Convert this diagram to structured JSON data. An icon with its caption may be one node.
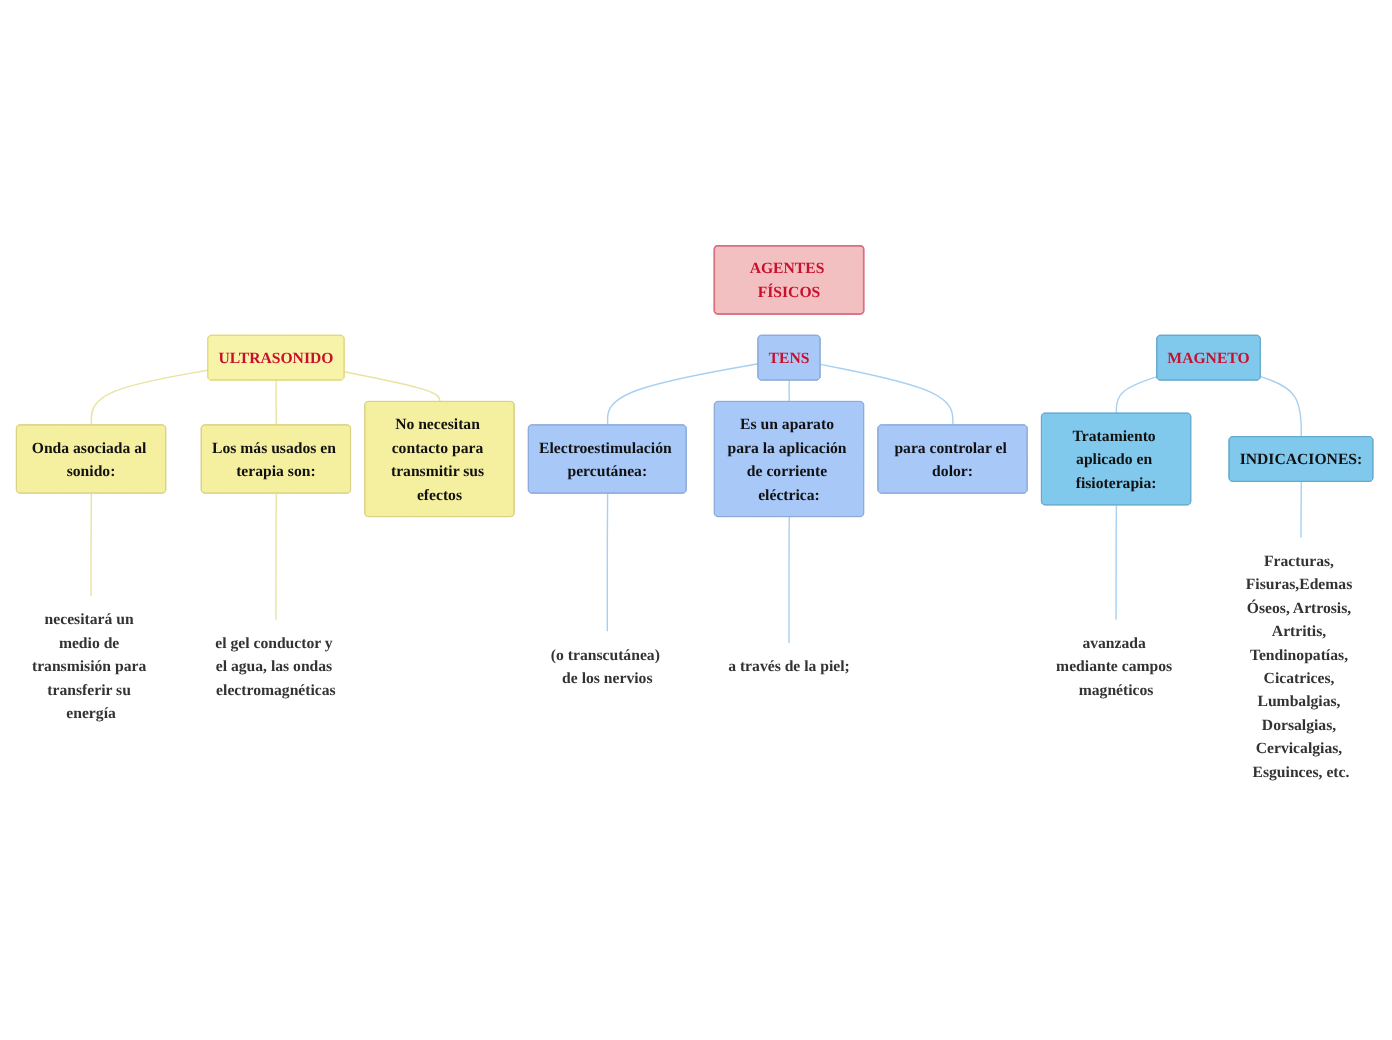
{
  "diagram": {
    "nodes": [
      {
        "text": [
          "AGENTES FÍSICOS"
        ]
      },
      {
        "text": [
          "ULTRASONIDO"
        ]
      },
      {
        "text": [
          "Onda asociada al sonido:"
        ]
      },
      {
        "text": [
          "necesitará un medio de transmisión para transferir su energía"
        ]
      },
      {
        "text": [
          "Los más usados en terapia son:"
        ]
      },
      {
        "text": [
          "el gel conductor y el agua, las ondas electromagnéticas"
        ]
      },
      {
        "text": [
          "No necesitan contacto para transmitir sus efectos"
        ]
      },
      {
        "text": [
          "TENS"
        ]
      },
      {
        "text": [
          "Electroestimulación percutánea:"
        ]
      },
      {
        "text": [
          "(o transcutánea) de los nervios"
        ]
      },
      {
        "text": [
          "Es un aparato para la aplicación de corriente eléctrica:"
        ]
      },
      {
        "text": [
          "a través de la piel;"
        ]
      },
      {
        "text": [
          "para controlar el dolor:"
        ]
      },
      {
        "text": [
          "MAGNETO"
        ]
      },
      {
        "text": [
          "Tratamiento aplicado en fisioterapia:"
        ]
      },
      {
        "text": [
          "avanzada mediante campos magnéticos"
        ]
      },
      {
        "text": [
          "INDICACIONES:"
        ]
      },
      {
        "text": [
          "Fracturas, Fisuras,Edemas Óseos, Artrosis, Artritis, Tendinopatías, Cicatrices, Lumbalgias, Dorsalgias, Cervicalgias, Esguinces, etc."
        ]
      }
    ],
    "edges": [
      {
        "from": 1,
        "to": 2,
        "arrow": "none"
      },
      {
        "from": 2,
        "to": 3,
        "arrow": "none"
      },
      {
        "from": 1,
        "to": 4,
        "arrow": "none"
      },
      {
        "from": 4,
        "to": 5,
        "arrow": "none"
      },
      {
        "from": 1,
        "to": 6,
        "arrow": "none"
      },
      {
        "from": 7,
        "to": 8,
        "arrow": "none"
      },
      {
        "from": 8,
        "to": 9,
        "arrow": "none"
      },
      {
        "from": 7,
        "to": 10,
        "arrow": "none"
      },
      {
        "from": 10,
        "to": 11,
        "arrow": "none"
      },
      {
        "from": 7,
        "to": 12,
        "arrow": "none"
      },
      {
        "from": 13,
        "to": 14,
        "arrow": "none"
      },
      {
        "from": 14,
        "to": 15,
        "arrow": "none"
      },
      {
        "from": 13,
        "to": 16,
        "arrow": "none"
      },
      {
        "from": 16,
        "to": 17,
        "arrow": "none"
      }
    ]
  }
}
